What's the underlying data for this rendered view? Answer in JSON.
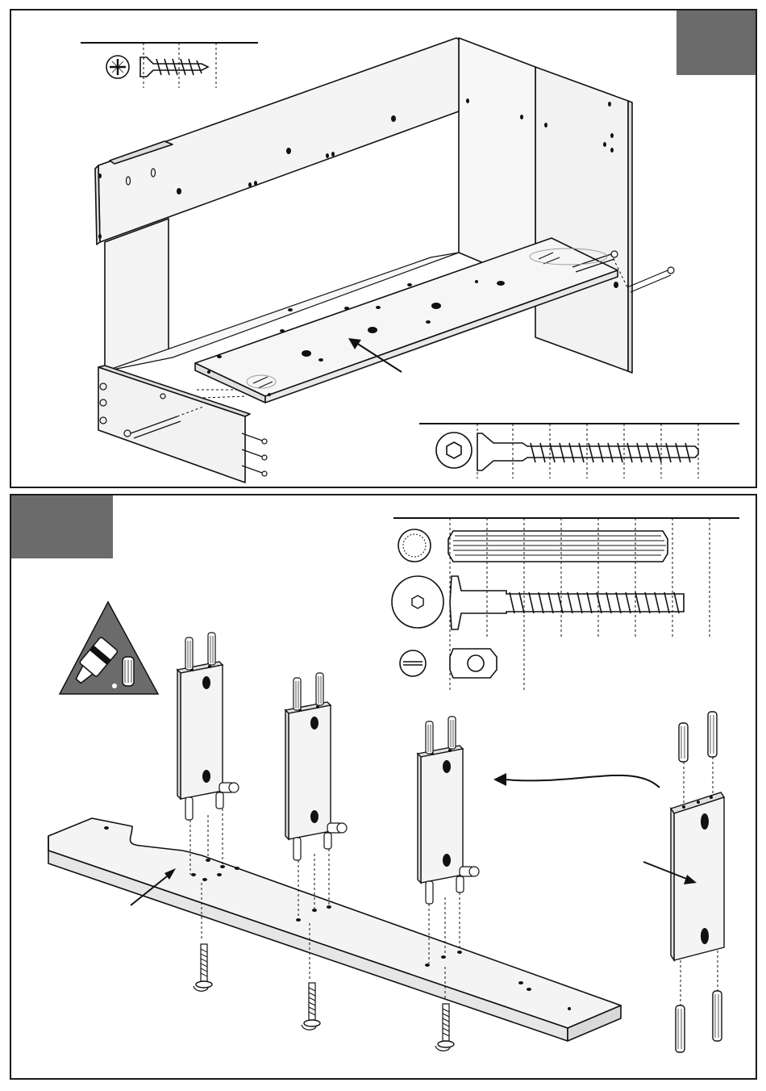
{
  "document": {
    "kind": "assembly-instructions",
    "steps": [
      {
        "id": "step-top",
        "number": "",
        "hardware": [
          "pozidriv-wood-screw",
          "hex-confirmat-screw"
        ]
      },
      {
        "id": "step-bottom",
        "number": "",
        "hardware": [
          "fluted-wood-dowel",
          "hex-bolt",
          "cam-lock-nut"
        ],
        "notice": "glue-dowels-icon"
      }
    ]
  },
  "colors": {
    "ink": "#111111",
    "panel": "#f4f4f4",
    "step_box": "#6b6b6b",
    "glue_warning": "#6b6b6b"
  }
}
